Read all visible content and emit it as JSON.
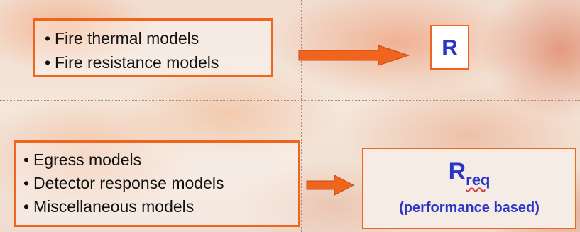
{
  "diagram": {
    "top_models": [
      "Fire thermal models",
      "Fire resistance models"
    ],
    "top_result": "R",
    "bottom_models": [
      "Egress models",
      "Detector response models",
      "Miscellaneous models"
    ],
    "bottom_result": {
      "main": "R",
      "subscript": "req",
      "note": "(performance based)"
    },
    "bullet": "•",
    "colors": {
      "box_border": "#f0641e",
      "arrow": "#f0641e",
      "result_text": "#2a35c8"
    }
  }
}
